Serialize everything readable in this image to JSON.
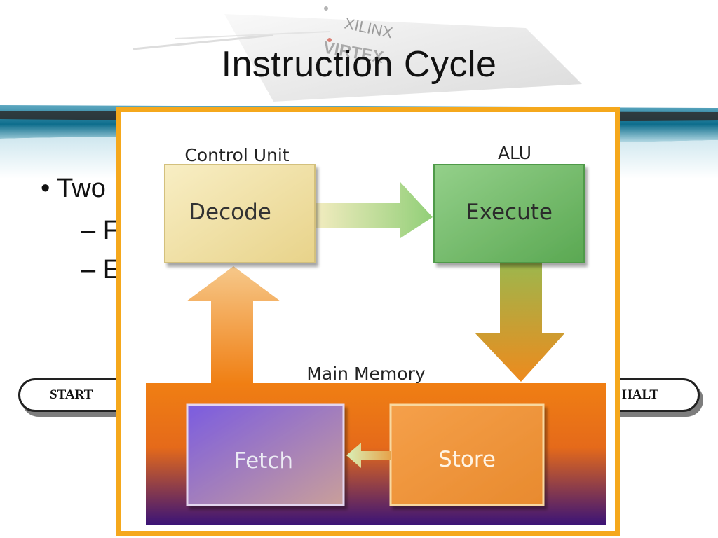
{
  "slide": {
    "title": "Instruction Cycle",
    "bullets": {
      "main": "• Two",
      "sub1": "– F",
      "sub2": "– E"
    },
    "start_label": "START",
    "halt_label": "HALT",
    "chip_text_1": "XILINX",
    "chip_text_2": "VIRTEX"
  },
  "diagram": {
    "control_unit_label": "Control Unit",
    "alu_label": "ALU",
    "main_memory_label": "Main Memory",
    "decode_label": "Decode",
    "execute_label": "Execute",
    "fetch_label": "Fetch",
    "store_label": "Store"
  },
  "colors": {
    "frame_border": "#f5a81c",
    "decode_box": "#f2e3a6",
    "execute_box": "#74bd6a",
    "memory_top": "#f07f13",
    "memory_bottom": "#3a1377",
    "fetch_box": "#8a66d8",
    "store_box": "#ee9340",
    "banner": "#0d6d8c"
  }
}
